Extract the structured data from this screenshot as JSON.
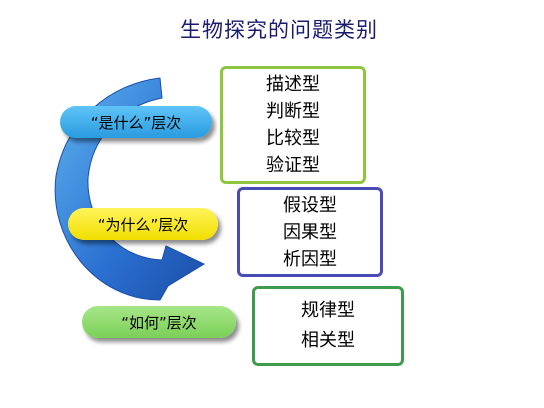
{
  "title": "生物探究的问题类别",
  "levels": [
    {
      "label": "“是什么”层次",
      "items": [
        "描述型",
        "判断型",
        "比较型",
        "验证型"
      ]
    },
    {
      "label": "“为什么”层次",
      "items": [
        "假设型",
        "因果型",
        "析因型"
      ]
    },
    {
      "label": "“如何”层次",
      "items": [
        "规律型",
        "相关型"
      ]
    }
  ],
  "colors": {
    "arrow": "#2f7fd8",
    "level1": "#3aaae8",
    "level2": "#f7e81a",
    "level3": "#8dd86a",
    "box1_border": "#8ec63f",
    "box2_border": "#4b4bb8",
    "box3_border": "#3f9a4f"
  }
}
